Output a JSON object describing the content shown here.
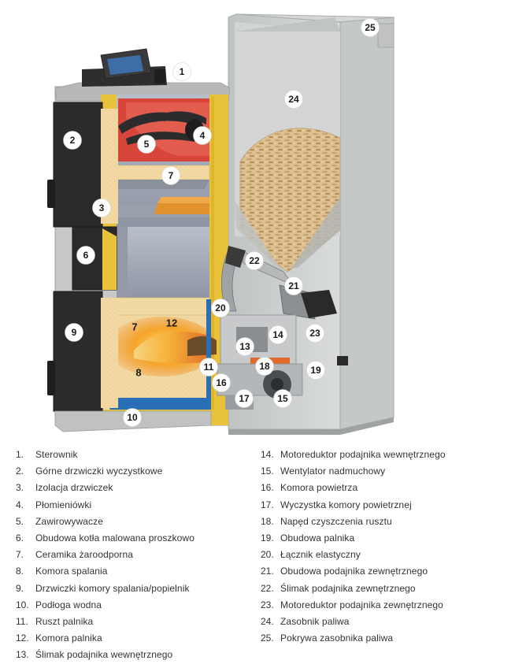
{
  "legend": [
    {
      "num": "1.",
      "label": "Sterownik"
    },
    {
      "num": "2.",
      "label": "Górne drzwiczki wyczystkowe"
    },
    {
      "num": "3.",
      "label": "Izolacja drzwiczek"
    },
    {
      "num": "4.",
      "label": "Płomieniówki"
    },
    {
      "num": "5.",
      "label": "Zawirowywacze"
    },
    {
      "num": "6.",
      "label": "Obudowa kotła malowana proszkowo"
    },
    {
      "num": "7.",
      "label": "Ceramika żaroodporna"
    },
    {
      "num": "8.",
      "label": "Komora spalania"
    },
    {
      "num": "9.",
      "label": "Drzwiczki komory spalania/popielnik"
    },
    {
      "num": "10.",
      "label": "Podłoga wodna"
    },
    {
      "num": "11.",
      "label": "Ruszt palnika"
    },
    {
      "num": "12.",
      "label": "Komora palnika"
    },
    {
      "num": "13.",
      "label": "Ślimak podajnika wewnętrznego"
    },
    {
      "num": "14.",
      "label": "Motoreduktor podajnika wewnętrznego"
    },
    {
      "num": "15.",
      "label": "Wentylator nadmuchowy"
    },
    {
      "num": "16.",
      "label": "Komora powietrza"
    },
    {
      "num": "17.",
      "label": "Wyczystka komory powietrznej"
    },
    {
      "num": "18.",
      "label": "Napęd czyszczenia rusztu"
    },
    {
      "num": "19.",
      "label": "Obudowa palnika"
    },
    {
      "num": "20.",
      "label": "Łącznik elastyczny"
    },
    {
      "num": "21.",
      "label": "Obudowa podajnika zewnętrznego"
    },
    {
      "num": "22.",
      "label": "Ślimak podajnika zewnętrznego"
    },
    {
      "num": "23.",
      "label": "Motoreduktor podajnika zewnętrznego"
    },
    {
      "num": "24.",
      "label": "Zasobnik paliwa"
    },
    {
      "num": "25.",
      "label": "Pokrywa zasobnika paliwa"
    }
  ],
  "markers": [
    "1",
    "2",
    "3",
    "4",
    "5",
    "6",
    "7",
    "7",
    "8",
    "9",
    "10",
    "11",
    "12",
    "13",
    "14",
    "15",
    "16",
    "17",
    "18",
    "19",
    "20",
    "21",
    "22",
    "23",
    "24",
    "25"
  ],
  "colors": {
    "boiler_panel": "#2b2b2b",
    "insulation": "#e8c23a",
    "combustion": "#f2a11a",
    "heat_exchanger": "#d8453a",
    "hopper": "#c9cccb",
    "pellets": "#d9b88a",
    "water_floor": "#2a6fb5"
  }
}
